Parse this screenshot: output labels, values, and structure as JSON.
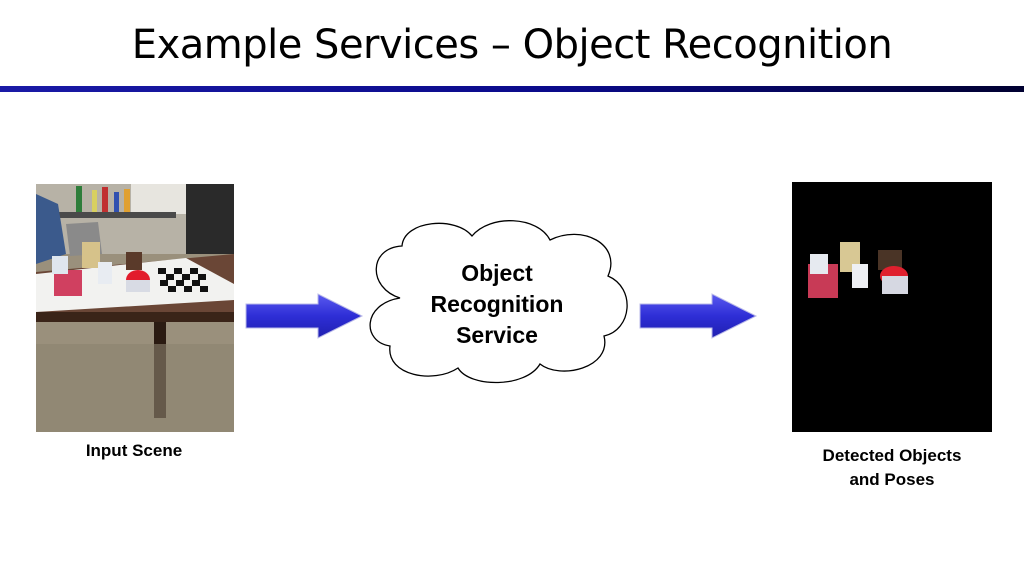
{
  "slide": {
    "title": "Example Services – Object Recognition"
  },
  "diagram": {
    "input": {
      "caption": "Input Scene",
      "image_description_icon": "tabletop-scene-photo"
    },
    "service": {
      "lines": [
        "Object",
        "Recognition",
        "Service"
      ],
      "shape": "cloud"
    },
    "output": {
      "caption_lines": [
        "Detected Objects",
        "and Poses"
      ],
      "image_description_icon": "detected-objects-render"
    },
    "arrows": [
      "right-arrow-icon",
      "right-arrow-icon"
    ],
    "colors": {
      "arrow_fill": "#3a3ad8",
      "title_rule": "#1a1aa6"
    }
  }
}
